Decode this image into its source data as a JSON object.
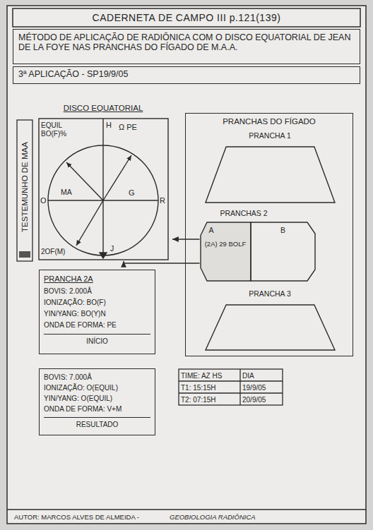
{
  "diagram": {
    "title": "CADERNETA DE CAMPO III p.121(139)",
    "nodes": [
      {
        "text": [
          "MÉTODO DE APLICAÇÃO DE RADIÔNICA COM O DISCO EQUATORIAL DE JEAN DE LA FOYE NAS PRANCHAS DO FÍGADO DE M.A.A."
        ]
      },
      {
        "text": [
          "3ª APLICAÇÃO - SP19/9/05"
        ]
      },
      {
        "text": [
          "DISCO EQUATORIAL"
        ]
      },
      {
        "text": [
          "PRANCHAS DO FÍGADO"
        ]
      },
      {
        "text": [
          "PRANCHA 1"
        ],
        "in": 3
      },
      {
        "text": [
          "PRANCHAS 2"
        ],
        "in": 3
      },
      {
        "text": [
          "A",
          "(2A) 29 BOLF"
        ],
        "in": 5
      },
      {
        "text": [
          "B"
        ],
        "in": 5
      },
      {
        "text": [
          "PRANCHA 3"
        ],
        "in": 3
      },
      {
        "text": [
          "PRANCHA 2A",
          "BOVIS: 2.000Å",
          "IONIZAÇÃO: BO(F)",
          "YIN/YANG: BO(Y)N",
          "ONDA DE FORMA: PE",
          "INÍCIO"
        ]
      },
      {
        "text": [
          "BOVIS: 7.000Å",
          "IONIZAÇÃO: O(EQUIL)",
          "YIN/YANG: O(EQUIL)",
          "ONDA DE FORMA: V+M",
          "RESULTADO"
        ]
      }
    ],
    "edges": [
      {
        "from": 6,
        "to": 2,
        "arrow": "to"
      },
      {
        "from": 6,
        "to": 2,
        "arrow": "to"
      }
    ],
    "labels": [
      "TESTEMUNHO DE MAA",
      "H",
      "Ω PE",
      "EQUIL BO(F)%",
      "O",
      "MA",
      "G",
      "R",
      "2OF(M)",
      "J",
      "TIME: AZ HS",
      "DIA",
      "T1: 15:15H",
      "19/9/05",
      "T2: 07:15H",
      "20/9/05",
      "AUTOR: MARCOS ALVES DE ALMEIDA -",
      "GEOBIOLOGIA RADIÔNICA"
    ]
  }
}
